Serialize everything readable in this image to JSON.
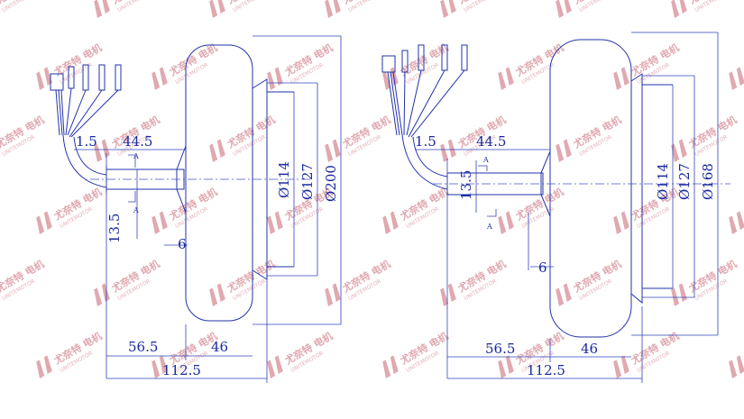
{
  "watermark": {
    "brand": "尤奈特",
    "suffix": "电机",
    "latin": "UNITEMOTOR"
  },
  "colors": {
    "line": "#2233aa",
    "watermark": "#e0a9b0",
    "background": "#ffffff"
  },
  "left_view": {
    "dims": {
      "d1": "1.5",
      "d2": "44.5",
      "d3": "13.5",
      "d4": "6",
      "d5": "Ø114",
      "d6": "Ø127",
      "d7": "Ø200",
      "d8": "56.5",
      "d9": "46",
      "d10": "112.5",
      "sec": "A"
    }
  },
  "right_view": {
    "dims": {
      "d1": "1.5",
      "d2": "44.5",
      "d3": "13.5",
      "d4": "6",
      "d5": "Ø114",
      "d6": "Ø127",
      "d7": "Ø168",
      "d8": "56.5",
      "d9": "46",
      "d10": "112.5",
      "sec": "A"
    }
  }
}
